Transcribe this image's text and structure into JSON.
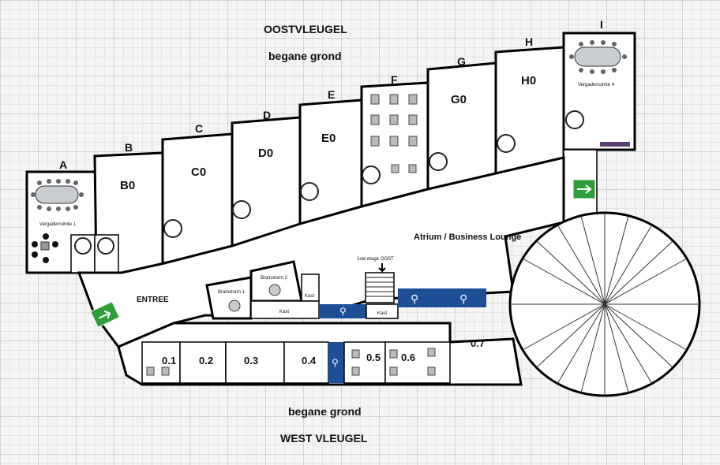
{
  "headings": {
    "east_wing": "OOSTVLEUGEL",
    "east_floor": "begane grond",
    "west_floor": "begane grond",
    "west_wing": "WEST VLEUGEL"
  },
  "units": [
    {
      "letter": "A",
      "label": ""
    },
    {
      "letter": "B",
      "label": "B0"
    },
    {
      "letter": "C",
      "label": "C0"
    },
    {
      "letter": "D",
      "label": "D0"
    },
    {
      "letter": "E",
      "label": "E0"
    },
    {
      "letter": "F",
      "label": ""
    },
    {
      "letter": "G",
      "label": "G0"
    },
    {
      "letter": "H",
      "label": "H0"
    },
    {
      "letter": "I",
      "label": ""
    }
  ],
  "meeting_rooms": {
    "room1": "Vergaderruimte 1",
    "room4": "Vergaderruimte 4"
  },
  "brainstorm": {
    "room1": "Brainstorm 1",
    "room2": "Brainstorm 2"
  },
  "storage_labels": [
    "Kast",
    "Kast",
    "Kast"
  ],
  "atrium_label": "Atrium / Business Lounge",
  "stairs_label": "1ste etage OOST",
  "entrance_label": "ENTREE",
  "west_rooms": [
    "0.1",
    "0.2",
    "0.3",
    "0.4",
    "0.5",
    "0.6",
    "0.7"
  ],
  "colors": {
    "exit_sign": "#2e9e3a",
    "facility_sign": "#1c4f96",
    "walls": "#000000",
    "grid": "#cfd3d8"
  },
  "icons": [
    "emergency-exit-icon",
    "restroom-icon",
    "accessible-restroom-icon",
    "spiral-stair-icon",
    "staircase-icon"
  ]
}
